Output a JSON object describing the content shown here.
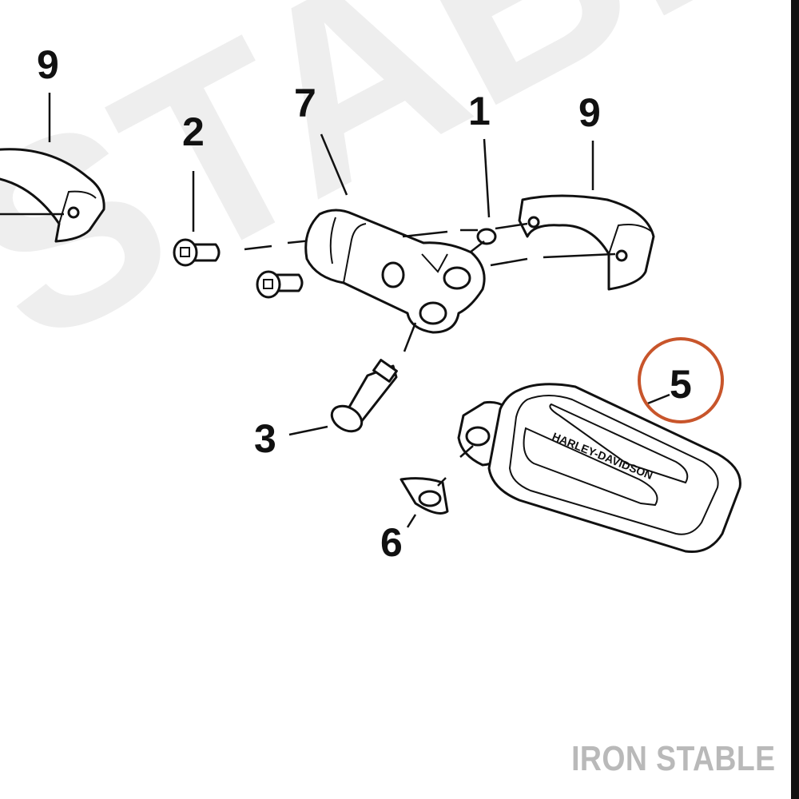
{
  "watermark_text": "STABLE",
  "brand_text": "IRON STABLE",
  "embossed_logo": "HARLEY-DAVIDSON",
  "highlight_color": "#c8552b",
  "callouts": [
    {
      "id": "9a",
      "label": "9"
    },
    {
      "id": "2",
      "label": "2"
    },
    {
      "id": "7",
      "label": "7"
    },
    {
      "id": "1",
      "label": "1"
    },
    {
      "id": "9b",
      "label": "9"
    },
    {
      "id": "5",
      "label": "5",
      "highlighted": true
    },
    {
      "id": "3",
      "label": "3"
    },
    {
      "id": "6",
      "label": "6"
    }
  ]
}
